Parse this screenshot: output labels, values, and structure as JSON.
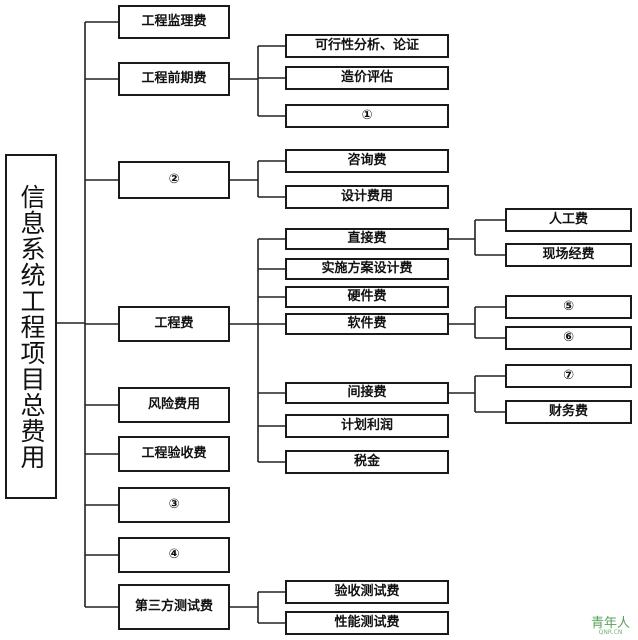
{
  "root": "信息系统工程项目总费用",
  "level1": [
    {
      "label": "工程监理费"
    },
    {
      "label": "工程前期费",
      "children": [
        "可行性分析、论证",
        "造价评估",
        "①"
      ]
    },
    {
      "label": "②",
      "children": [
        "咨询费",
        "设计费用"
      ]
    },
    {
      "label": "工程费",
      "children": [
        "直接费",
        "实施方案设计费",
        "硬件费",
        "软件费",
        "间接费",
        "计划利润",
        "税金"
      ]
    },
    {
      "label": "风险费用"
    },
    {
      "label": "工程验收费"
    },
    {
      "label": "③"
    },
    {
      "label": "④"
    },
    {
      "label": "第三方测试费",
      "children": [
        "验收测试费",
        "性能测试费"
      ]
    }
  ],
  "level3": {
    "直接费": [
      "人工费",
      "现场经费"
    ],
    "软件费": [
      "⑤",
      "⑥"
    ],
    "间接费": [
      "⑦",
      "财务费"
    ]
  },
  "watermark": {
    "logo": "青年人",
    "site": "QNR.CN"
  }
}
